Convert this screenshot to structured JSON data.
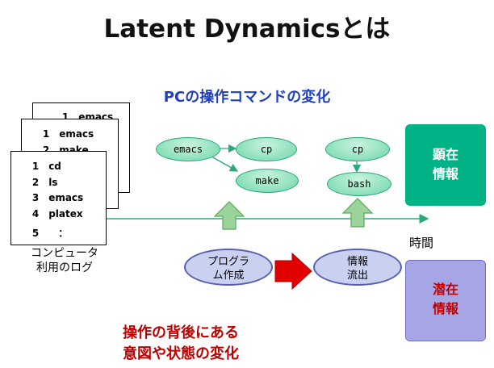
{
  "title": "Latent  Dynamicsとは",
  "subtitle": "PCの操作コマンドの変化",
  "log_pages": {
    "back": [
      {
        "num": "1",
        "cmd": "emacs"
      }
    ],
    "middle": [
      {
        "num": "1",
        "cmd": "emacs"
      },
      {
        "num": "2",
        "cmd": "make"
      }
    ],
    "front": [
      {
        "num": "1",
        "cmd": "cd"
      },
      {
        "num": "2",
        "cmd": "ls"
      },
      {
        "num": "3",
        "cmd": "emacs"
      },
      {
        "num": "4",
        "cmd": "platex"
      },
      {
        "num": "5",
        "cmd": "："
      }
    ]
  },
  "log_caption": [
    "コンピュータ",
    "利用のログ"
  ],
  "commands": {
    "emacs": "emacs",
    "cp1": "cp",
    "make": "make",
    "cp2": "cp",
    "bash": "bash"
  },
  "time_label": "時間",
  "visible_info": [
    "顕在",
    "情報"
  ],
  "latent_info": [
    "潜在",
    "情報"
  ],
  "states": {
    "program_creation": [
      "プログラ",
      "ム作成"
    ],
    "info_leak": [
      "情報",
      "流出"
    ]
  },
  "bottom_caption": [
    "操作の背後にある",
    "意図や状態の変化"
  ],
  "colors": {
    "visible_box": "#00b386",
    "latent_box": "#a6a6e6",
    "oval_stroke": "#2aa87a",
    "arrow_green": "#9ad49a",
    "arrow_red": "#e00000",
    "blue_text": "#1f3fbf",
    "red_text": "#c00000"
  }
}
